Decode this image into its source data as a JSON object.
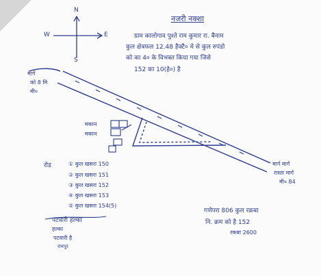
{
  "heading": "नजरी नक्शा",
  "compass": {
    "north": "N",
    "south": "S",
    "east": "E",
    "west": "W"
  },
  "description_lines": [
    "ग्राम कालोगाव पुश्ते राम कुमार रा. बैनाम",
    "कुल क्षेत्रफल 12.48 हैक्टै० मे से कुल रुपंडो",
    "को का 4० के विभक्त किया गया जिसे",
    "152 का 10(हे०) है"
  ],
  "road_label_left": [
    "मार्ग",
    "को 8 मि",
    "मी०"
  ],
  "road_label_right": [
    "मार्ग मार्ग",
    "रास्ता मार्ग",
    "मी० 84"
  ],
  "building_label": [
    "मकान",
    "मकान"
  ],
  "plot_list_heading": "रोड",
  "plot_list": [
    "① कुल खसरा 150",
    "② कुल खसरा 151",
    "③ कुल खसरा 152",
    "④ कुल खसरा 153",
    "⑤ कुल खसरा 154(5)"
  ],
  "signature_block": [
    "पटवारी हल्का",
    "हल्का",
    "पटवारी है",
    "रामपुर"
  ],
  "bottom_right_note": [
    "गणेपरा 806 कुल रक़बा",
    "नि. क्रम को है 152",
    "रकबा 2600"
  ],
  "colors": {
    "ink": "#2a3a8f",
    "paper": "#fbfbfb",
    "fold_corner": "#d6d6d6"
  }
}
